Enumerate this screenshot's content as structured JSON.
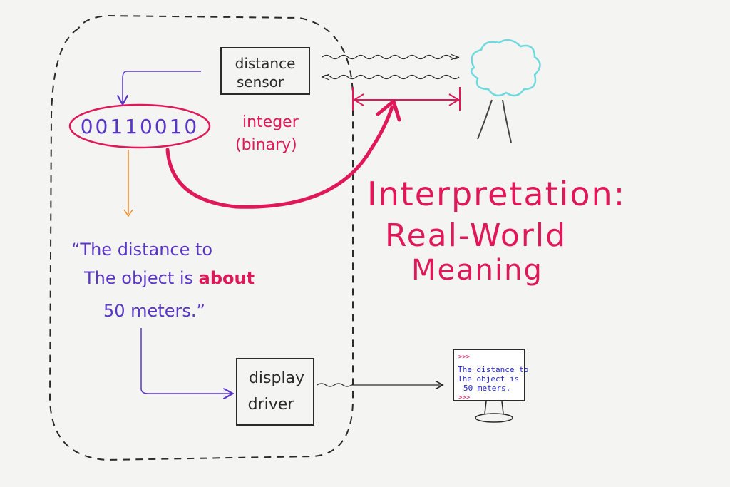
{
  "colors": {
    "ink": "#2a2a2a",
    "purple": "#5a36c8",
    "red": "#e0185a",
    "orange": "#f08a24",
    "cyan": "#6fd9e0",
    "blue": "#2222cc",
    "board": "#f4f4f2"
  },
  "sensor": {
    "line1": "distance",
    "line2": "sensor"
  },
  "binary": {
    "value": "00110010"
  },
  "integer": {
    "line1": "integer",
    "line2": "(binary)"
  },
  "quote": {
    "line1": "“The distance to",
    "line2_a": "The object is ",
    "line2_b": "about",
    "line3": "50 meters.”"
  },
  "display_driver": {
    "line1": "display",
    "line2": "driver"
  },
  "interpretation": {
    "line1": "Interpretation:",
    "line2": "Real-World",
    "line3": "Meaning"
  },
  "monitor": {
    "prompt_top": ">>>",
    "line1": "The distance to",
    "line2": "The object is",
    "line3": "50 meters.",
    "prompt_bottom": ">>>"
  },
  "icons": [
    "tree-icon",
    "monitor-icon"
  ]
}
